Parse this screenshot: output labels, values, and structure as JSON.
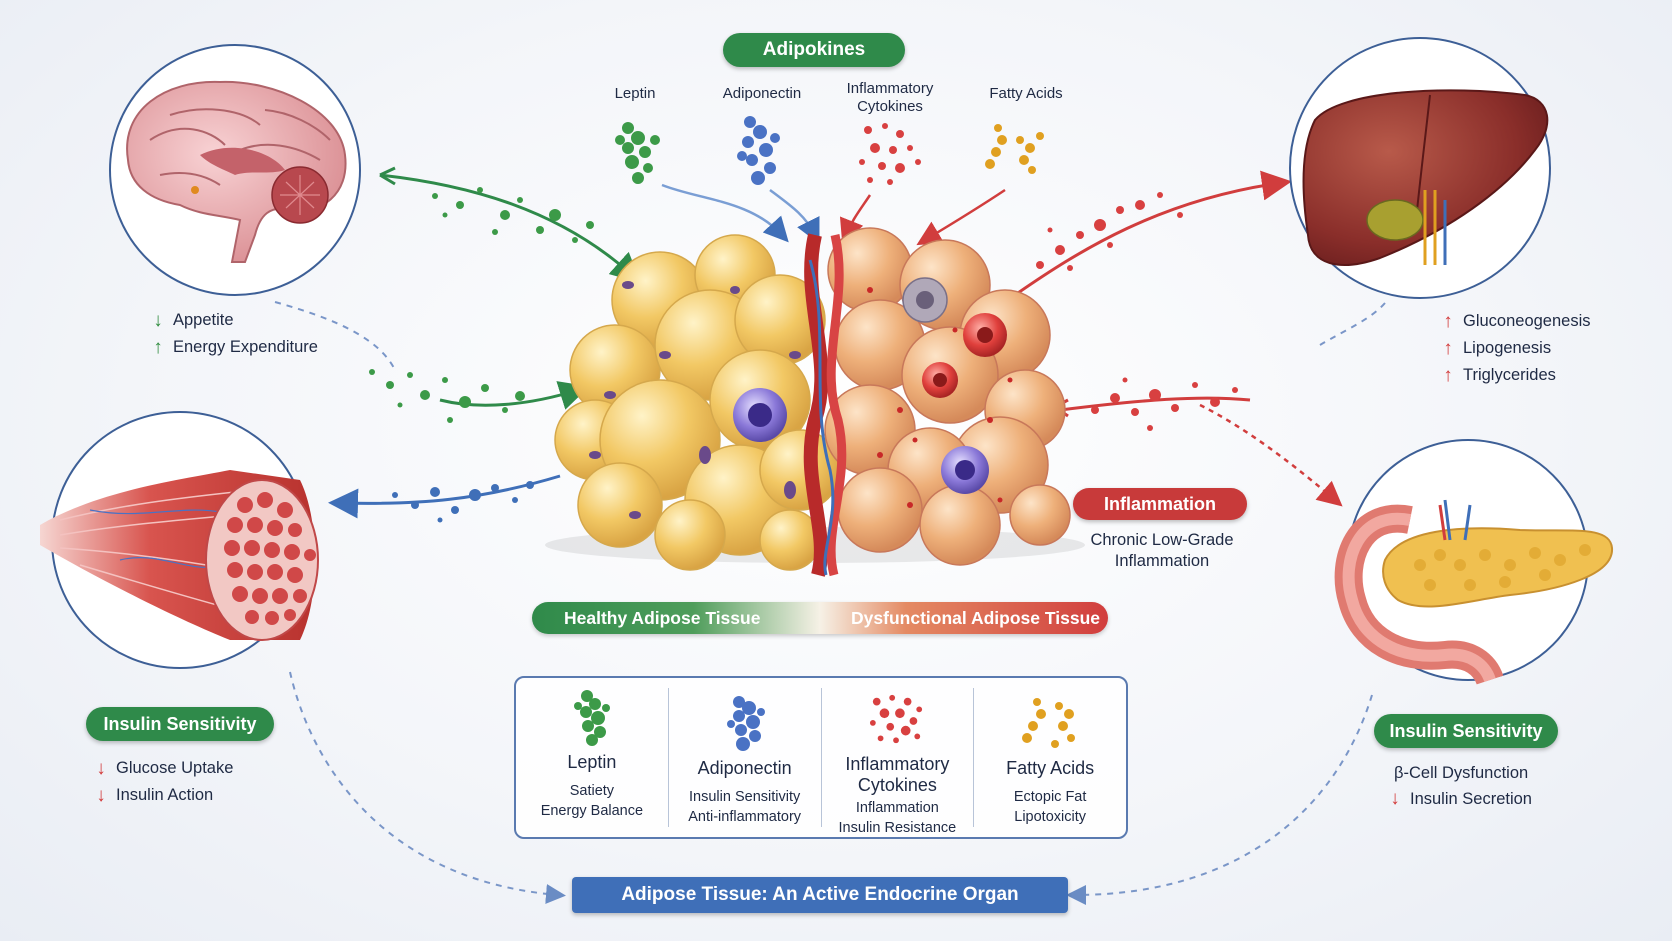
{
  "header": {
    "title": "Adipokines"
  },
  "adipokines_top": {
    "leptin": "Leptin",
    "adiponectin": "Adiponectin",
    "inflammatory_line1": "Inflammatory",
    "inflammatory_line2": "Cytokines",
    "fatty_acids": "Fatty Acids"
  },
  "brain": {
    "icon": "brain-icon",
    "effects": [
      {
        "dir": "down",
        "text": "Appetite"
      },
      {
        "dir": "up",
        "text": "Energy Expenditure"
      }
    ]
  },
  "liver": {
    "icon": "liver-icon",
    "effects": [
      {
        "dir": "up",
        "text": "Gluconeogenesis"
      },
      {
        "dir": "up",
        "text": "Lipogenesis"
      },
      {
        "dir": "up",
        "text": "Triglycerides"
      }
    ]
  },
  "muscle": {
    "icon": "muscle-icon",
    "badge": "Insulin Sensitivity",
    "effects": [
      {
        "dir": "down",
        "text": "Glucose Uptake"
      },
      {
        "dir": "down",
        "text": "Insulin Action"
      }
    ]
  },
  "pancreas": {
    "icon": "pancreas-icon",
    "badge": "Insulin Sensitivity",
    "effects": [
      {
        "dir": "none",
        "text": "β-Cell Dysfunction"
      },
      {
        "dir": "down",
        "text": "Insulin Secretion"
      }
    ]
  },
  "inflammation": {
    "badge": "Inflammation",
    "line1": "Chronic Low-Grade",
    "line2": "Inflammation"
  },
  "tissue_bar": {
    "healthy": "Healthy Adipose Tissue",
    "dysfunctional": "Dysfunctional Adipose Tissue"
  },
  "legend": [
    {
      "title1": "Leptin",
      "title2": "",
      "desc1": "Satiety",
      "desc2": "Energy Balance",
      "color": "#3c9a48"
    },
    {
      "title1": "Adiponectin",
      "title2": "",
      "desc1": "Insulin Sensitivity",
      "desc2": "Anti-inflammatory",
      "color": "#4a72c4"
    },
    {
      "title1": "Inflammatory",
      "title2": "Cytokines",
      "desc1": "Inflammation",
      "desc2": "Insulin Resistance",
      "color": "#d23a3a"
    },
    {
      "title1": "Fatty Acids",
      "title2": "",
      "desc1": "Ectopic Fat",
      "desc2": "Lipotoxicity",
      "color": "#e0a020"
    }
  ],
  "footer": {
    "title": "Adipose Tissue: An Active Endocrine Organ"
  },
  "colors": {
    "green": "#2f8a4a",
    "blue": "#3f6fb8",
    "red": "#d13d3d",
    "gold": "#e0a020",
    "fat": "#f0c86a"
  }
}
